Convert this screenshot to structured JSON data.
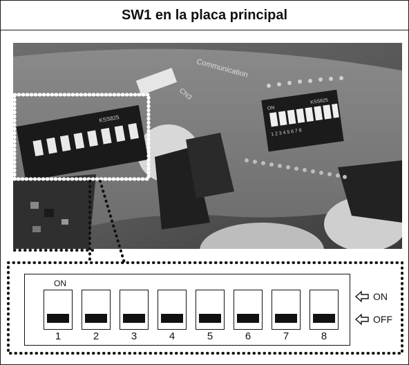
{
  "title": "SW1 en la placa principal",
  "photo": {
    "pcb_print_top": "Communication",
    "pcb_connector": "CN3",
    "left_switch_brand": "KSS825",
    "right_switch_brand": "KSS825",
    "right_switch_numbers": "1 2 3 4 5 6 7 8",
    "right_switch_on": "ON"
  },
  "diagram": {
    "on_label": "ON",
    "switches": [
      {
        "number": "1",
        "position": "off"
      },
      {
        "number": "2",
        "position": "off"
      },
      {
        "number": "3",
        "position": "off"
      },
      {
        "number": "4",
        "position": "off"
      },
      {
        "number": "5",
        "position": "off"
      },
      {
        "number": "6",
        "position": "off"
      },
      {
        "number": "7",
        "position": "off"
      },
      {
        "number": "8",
        "position": "off"
      }
    ],
    "legend_on": "ON",
    "legend_off": "OFF"
  }
}
